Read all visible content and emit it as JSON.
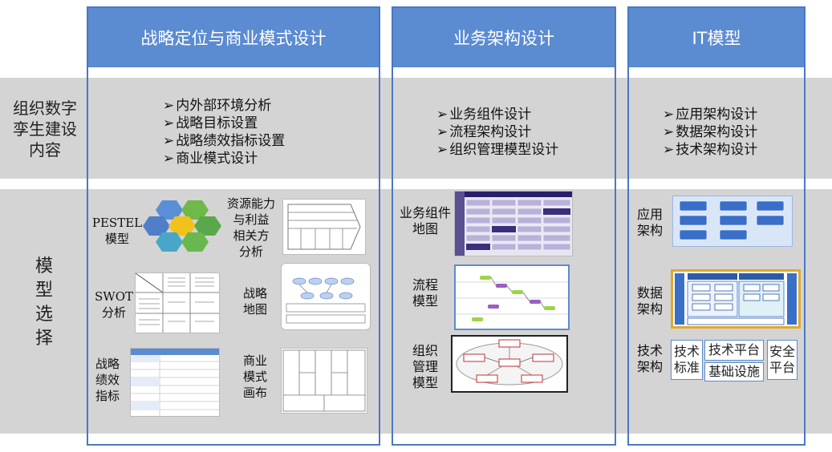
{
  "columns": [
    {
      "title": "战略定位与商业模式设计"
    },
    {
      "title": "业务架构设计"
    },
    {
      "title": "IT模型"
    }
  ],
  "rows": {
    "row1_label": [
      "组织数字",
      "孪生建设",
      "内容"
    ],
    "row2_label": [
      "模",
      "型",
      "选",
      "择"
    ]
  },
  "strategy_bullets": [
    "内外部环境分析",
    "战略目标设置",
    "战略绩效指标设置",
    "商业模式设计"
  ],
  "business_bullets": [
    "业务组件设计",
    "流程架构设计",
    "组织管理模型设计"
  ],
  "it_bullets": [
    "应用架构设计",
    "数据架构设计",
    "技术架构设计"
  ],
  "strategy_models": {
    "pestel": [
      "PESTEL",
      "模型"
    ],
    "resource": [
      "资源能力",
      "与利益",
      "相关方",
      "分析"
    ],
    "swot": [
      "SWOT",
      "分析"
    ],
    "strategy_map": [
      "战略",
      "地图"
    ],
    "kpi": [
      "战略",
      "绩效",
      "指标"
    ],
    "canvas": [
      "商业",
      "模式",
      "画布"
    ]
  },
  "business_models": {
    "component_map": [
      "业务组件",
      "地图"
    ],
    "process": [
      "流程",
      "模型"
    ],
    "org": [
      "组织",
      "管理",
      "模型"
    ]
  },
  "it_models": {
    "app": [
      "应用",
      "架构"
    ],
    "data": [
      "数据",
      "架构"
    ],
    "tech": [
      "技术",
      "架构"
    ],
    "tech_boxes": {
      "standard": [
        "技术",
        "标准"
      ],
      "platform": "技术平台",
      "infra": "基础设施",
      "security": [
        "安全",
        "平台"
      ]
    }
  },
  "colors": {
    "header": "#5b8bd1",
    "border": "#4a78c4",
    "band": "#d4d4d4"
  }
}
